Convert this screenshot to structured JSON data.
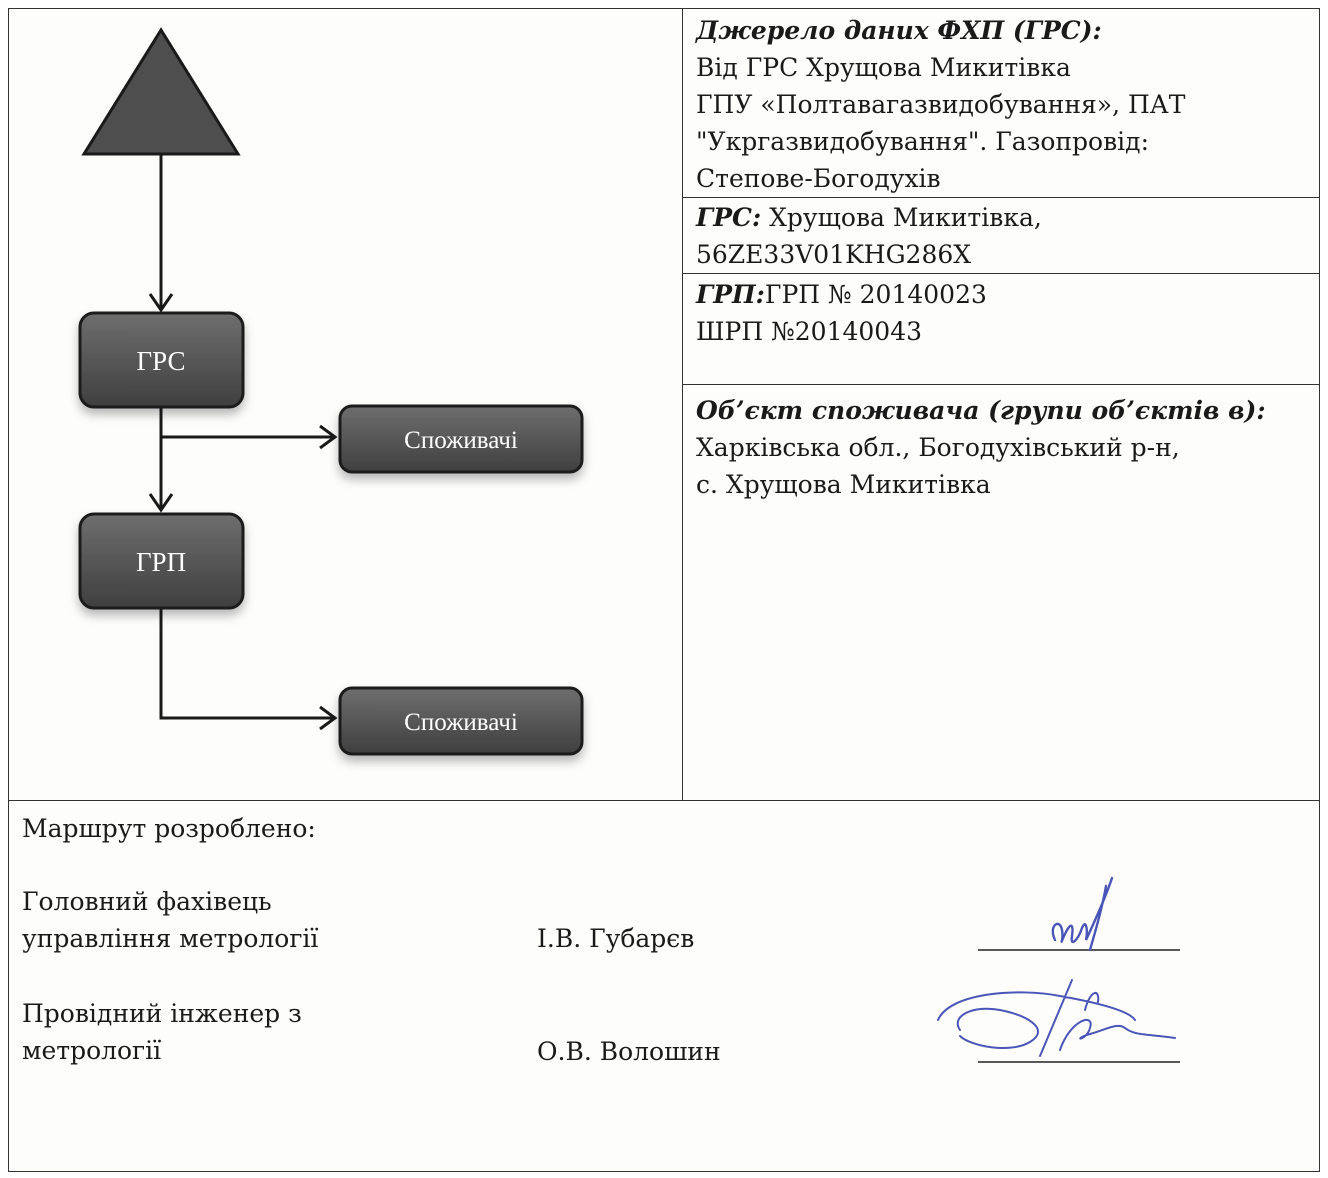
{
  "diagram": {
    "nodes": {
      "grs": "ГРС",
      "grp": "ГРП",
      "consumers_1": "Споживачі",
      "consumers_2": "Споживачі"
    }
  },
  "info": {
    "source": {
      "label": "Джерело даних ФХП (ГРС):",
      "lines": [
        "Від ГРС Хрущова Микитівка",
        "ГПУ «Полтавагазвидобування», ПАТ",
        "\"Укргазвидобування\". Газопровід:",
        "Степове-Богодухів"
      ]
    },
    "grs": {
      "label": "ГРС:",
      "line1": " Хрущова Микитівка,",
      "line2": "56ZE33V01KHG286X"
    },
    "grp": {
      "label": "ГРП:",
      "line1": "ГРП № 20140023",
      "line2": "ШРП №20140043"
    },
    "object": {
      "label": "Об’єкт споживача (групи об’єктів в):",
      "lines": [
        "Харківська обл., Богодухівський р-н,",
        "с. Хрущова Микитівка"
      ]
    }
  },
  "footer": {
    "route_developed": "Маршрут розроблено:",
    "person1": {
      "position_line1": "Головний фахівець",
      "position_line2": "управління метрології",
      "name": "І.В. Губарєв"
    },
    "person2": {
      "position_line1": "Провідний інженер з",
      "position_line2": "метрології",
      "name": "О.В. Волошин"
    }
  }
}
